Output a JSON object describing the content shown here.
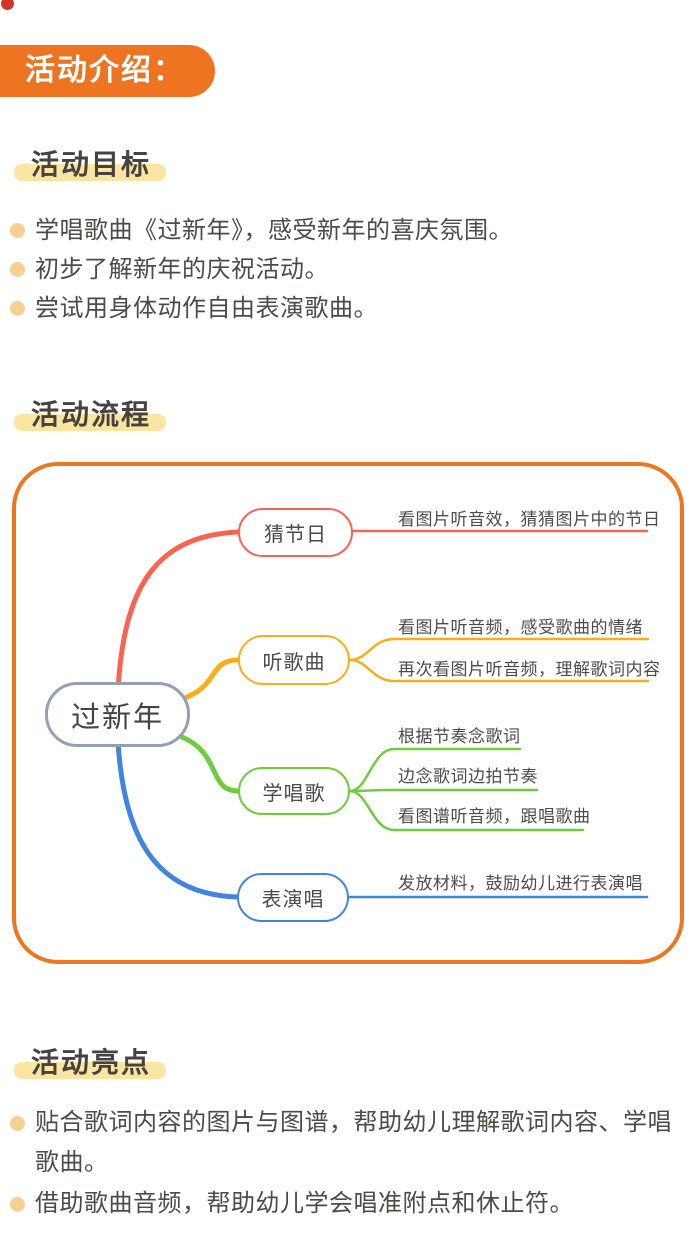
{
  "badge": {
    "label": "活动介绍："
  },
  "sections": {
    "goals": {
      "title": "活动目标",
      "items": [
        "学唱歌曲《过新年》，感受新年的喜庆氛围。",
        "初步了解新年的庆祝活动。",
        "尝试用身体动作自由表演歌曲。"
      ]
    },
    "flow": {
      "title": "活动流程",
      "mindmap": {
        "root": "过新年",
        "branches": [
          {
            "label": "猜节日",
            "color": "#f96450",
            "children": [
              "看图片听音效，猜猜图片中的节日"
            ]
          },
          {
            "label": "听歌曲",
            "color": "#fbad18",
            "children": [
              "看图片听音频，感受歌曲的情绪",
              "再次看图片听音频，理解歌词内容"
            ]
          },
          {
            "label": "学唱歌",
            "color": "#71cb3f",
            "children": [
              "根据节奏念歌词",
              "边念歌词边拍节奏",
              "看图谱听音频，跟唱歌曲"
            ]
          },
          {
            "label": "表演唱",
            "color": "#4285e0",
            "children": [
              "发放材料，鼓励幼儿进行表演唱"
            ]
          }
        ]
      }
    },
    "highlights": {
      "title": "活动亮点",
      "items": [
        "贴合歌词内容的图片与图谱，帮助幼儿理解歌词内容、学唱\n歌曲。",
        "借助歌曲音频，帮助幼儿学会唱准附点和休止符。"
      ]
    }
  },
  "palette": {
    "badge_bg": "#ee7421",
    "title_highlight": "#fbe5a0",
    "bullet_dot": "#f8cf92",
    "body_text": "#4e4a46",
    "mindmap_border": "#f0751f",
    "root_node_border": "#93a0b4",
    "branch_red": "#f96450",
    "branch_amber": "#fbad18",
    "branch_green": "#71cb3f",
    "branch_blue": "#4285e0",
    "corner_dot": "#d13728"
  }
}
